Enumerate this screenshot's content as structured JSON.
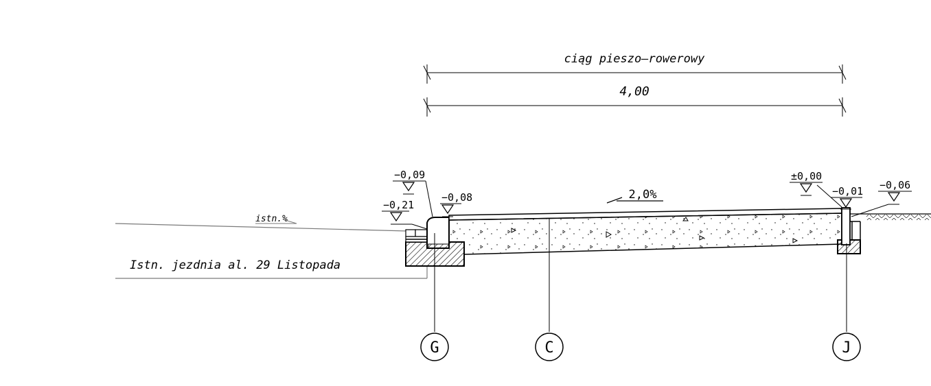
{
  "dimensions": {
    "label_top": "ciąg pieszo–rowerowy",
    "label_width": "4,00"
  },
  "slope": {
    "label": "2,0%"
  },
  "elevations": {
    "e1": "−0,09",
    "e2": "−0,08",
    "e3": "−0,21",
    "e4": "±0,00",
    "e5": "−0,01",
    "e6": "−0,06"
  },
  "existing": {
    "slope_label": "istn.%",
    "road_label": "Istn. jezdnia al. 29 Listopada"
  },
  "markers": [
    "G",
    "C",
    "J"
  ]
}
